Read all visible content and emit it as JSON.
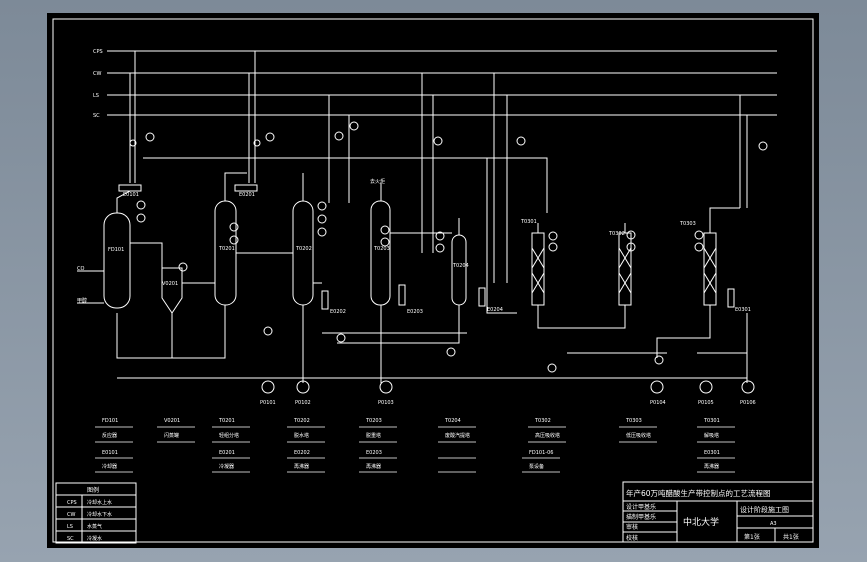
{
  "drawing": {
    "utility_lines": [
      "CPS",
      "CW",
      "LS",
      "SC"
    ],
    "title": "年产60万吨醋酸生产带控制点的工艺流程图",
    "school": "中北大学",
    "stage": "设计阶段施工图",
    "size": "A3",
    "sheet_no": "第1张",
    "sheet_total": "共1张",
    "tb_rows": [
      "设计甲基乐",
      "描制甲基乐",
      "审核",
      "校核"
    ],
    "legend": {
      "title": "图例",
      "rows": [
        [
          "CPS",
          "冷却水上水"
        ],
        [
          "CW",
          "冷却水下水"
        ],
        [
          "LS",
          "水蒸气"
        ],
        [
          "SC",
          "冷凝水"
        ]
      ]
    },
    "equipment": {
      "reactor": "FD101",
      "flash": "V0201",
      "col1": "T0201",
      "col2": "T0202",
      "col3": "T0203",
      "col4": "T0204",
      "r1": "T0301",
      "r2": "T0302",
      "r3": "T0303",
      "e_r": "E0101",
      "e1": "E0201",
      "e2": "E0202",
      "e3": "E0203",
      "e4": "E0301",
      "inlet1": "CO",
      "inlet2": "甲醇",
      "vent": "去火炬",
      "p1": "P0101",
      "p2": "P0102",
      "p3": "P0103",
      "p4": "P0104",
      "p5": "P0105",
      "p6": "P0106"
    },
    "bottom_labels": [
      [
        "FD101",
        "反应器"
      ],
      [
        "V0201",
        "闪蒸罐"
      ],
      [
        "T0201",
        "轻组分塔"
      ],
      [
        "T0202",
        "脱水塔"
      ],
      [
        "T0203",
        "脱重塔"
      ],
      [
        "T0204",
        "废酸汽提塔"
      ],
      [
        "T0302",
        "高压吸收塔"
      ],
      [
        "T0303",
        "低压吸收塔"
      ],
      [
        "T0301",
        "解吸塔"
      ],
      [
        "E0101",
        "冷却器"
      ],
      [
        "E0201",
        "冷凝器"
      ],
      [
        "E0202",
        "再沸器"
      ],
      [
        "E0203",
        "再沸器"
      ],
      [
        "FD101-06",
        "泵设备"
      ],
      [
        "E0301",
        "再沸器"
      ]
    ]
  }
}
